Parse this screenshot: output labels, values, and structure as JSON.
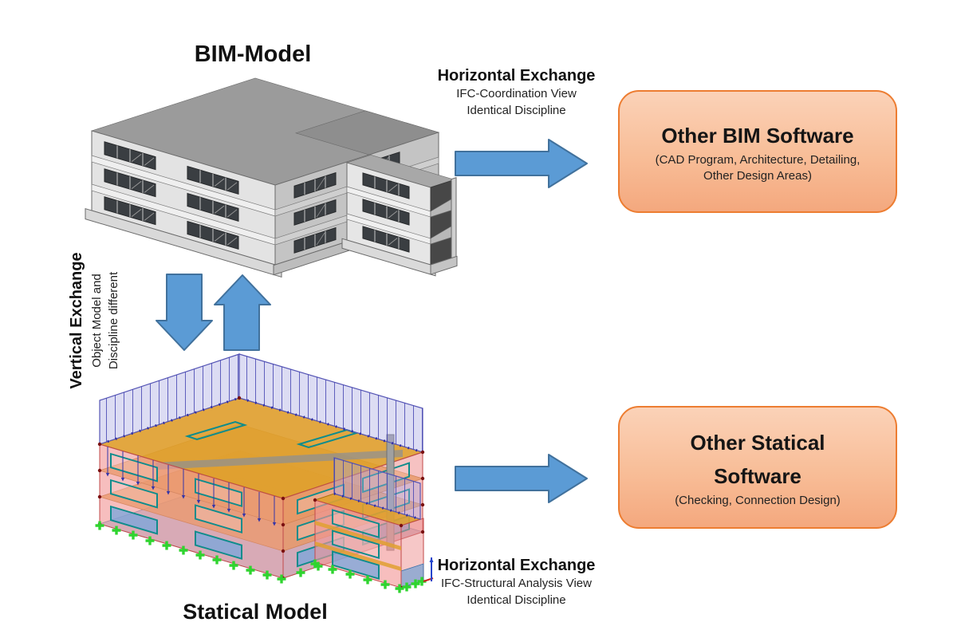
{
  "diagram": {
    "bim_model_label": "BIM-Model",
    "statical_model_label": "Statical Model",
    "horizontal_exchange_top": {
      "title": "Horizontal Exchange",
      "line1": "IFC-Coordination View",
      "line2": "Identical Discipline"
    },
    "horizontal_exchange_bottom": {
      "title": "Horizontal Exchange",
      "line1": "IFC-Structural Analysis View",
      "line2": "Identical Discipline"
    },
    "vertical_exchange": {
      "title": "Vertical Exchange",
      "line1": "Object Model and",
      "line2": "Discipline different"
    },
    "other_bim_software": {
      "title": "Other BIM Software",
      "line1": "(CAD Program, Architecture, Detailing,",
      "line2": "Other Design Areas)"
    },
    "other_statical_software": {
      "title_line1": "Other Statical",
      "title_line2": "Software",
      "subtitle": "(Checking, Connection Design)"
    },
    "colors": {
      "arrow_fill": "#5B9BD5",
      "arrow_border": "#41719C",
      "box_border": "#ED7D31",
      "box_fill_top": "#FBD2B8",
      "box_fill_bottom": "#F4A87E"
    }
  }
}
